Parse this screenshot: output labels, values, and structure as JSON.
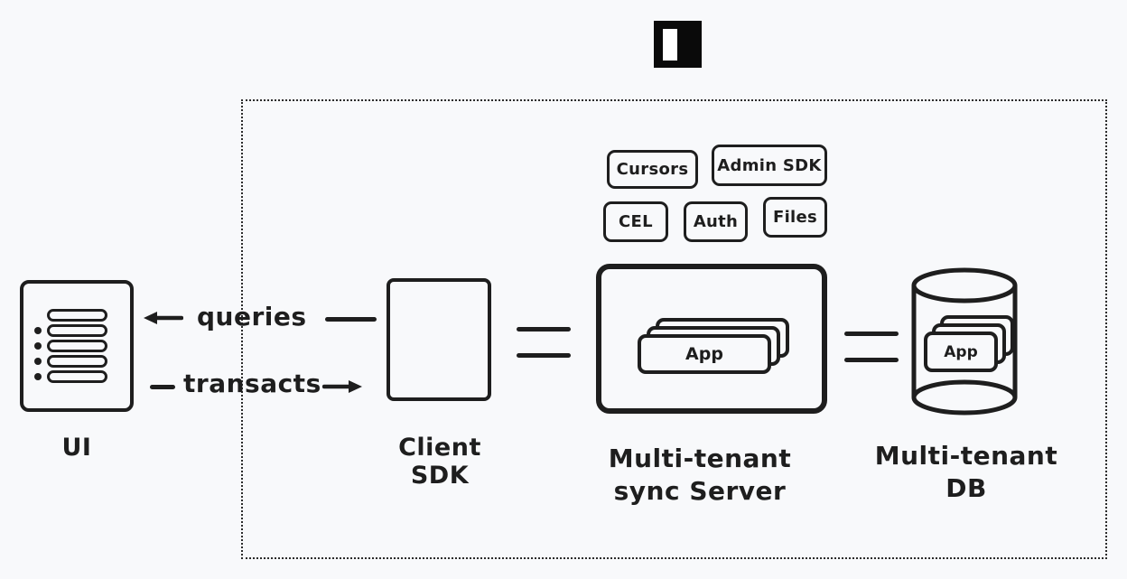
{
  "diagram_title": "",
  "colors": {
    "background": "#f8f9fb",
    "stroke": "#1e1e1e",
    "logo_background": "#0a0a0a",
    "logo_inner": "#ffffff"
  },
  "nodes": {
    "ui": {
      "label": "UI"
    },
    "client_sdk": {
      "label": "Client SDK"
    },
    "sync_server": {
      "label_line1": "Multi-tenant",
      "label_line2": "sync Server",
      "app_label": "App"
    },
    "db": {
      "label_line1": "Multi-tenant",
      "label_line2": "DB",
      "app_label": "App"
    }
  },
  "badges": [
    "Cursors",
    "Admin SDK",
    "CEL",
    "Auth",
    "Files"
  ],
  "edges": {
    "queries_label": "queries",
    "transacts_label": "transacts"
  }
}
